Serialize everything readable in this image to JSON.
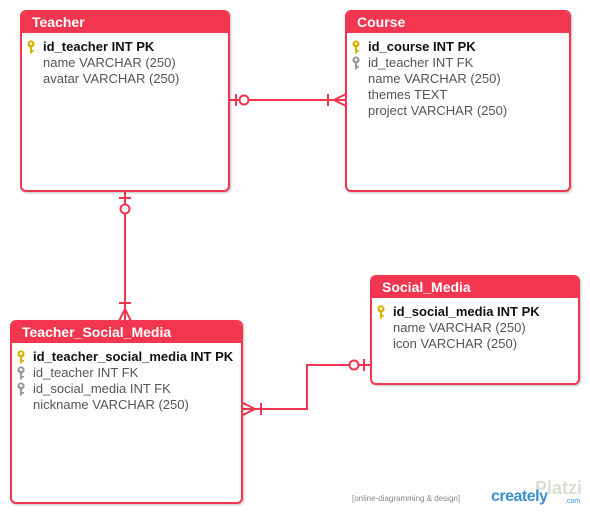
{
  "entities": {
    "teacher": {
      "name": "Teacher",
      "fields": [
        {
          "text": "id_teacher INT PK",
          "key": "pk"
        },
        {
          "text": "name VARCHAR (250)",
          "key": ""
        },
        {
          "text": "avatar VARCHAR (250)",
          "key": ""
        }
      ]
    },
    "course": {
      "name": "Course",
      "fields": [
        {
          "text": "id_course INT PK",
          "key": "pk"
        },
        {
          "text": "id_teacher INT FK",
          "key": "fk"
        },
        {
          "text": "name VARCHAR (250)",
          "key": ""
        },
        {
          "text": "themes TEXT",
          "key": ""
        },
        {
          "text": "project VARCHAR (250)",
          "key": ""
        }
      ]
    },
    "teacher_social_media": {
      "name": "Teacher_Social_Media",
      "fields": [
        {
          "text": "id_teacher_social_media INT PK",
          "key": "pk"
        },
        {
          "text": "id_teacher INT FK",
          "key": "fk"
        },
        {
          "text": "id_social_media INT FK",
          "key": "fk"
        },
        {
          "text": "nickname VARCHAR (250)",
          "key": ""
        }
      ]
    },
    "social_media": {
      "name": "Social_Media",
      "fields": [
        {
          "text": "id_social_media INT PK",
          "key": "pk"
        },
        {
          "text": "name VARCHAR (250)",
          "key": ""
        },
        {
          "text": "icon VARCHAR (250)",
          "key": ""
        }
      ]
    }
  },
  "footer": {
    "tagline": "[online-diagramming & design]",
    "logo": "creately",
    "logo_suffix": ".com",
    "watermark": "Platzi"
  },
  "colors": {
    "accent": "#f2364f",
    "pk_key": "#d8b200",
    "fk_key": "#9a9a9a",
    "logo": "#3b8fd1"
  },
  "icons": {
    "pk": "gold-key-icon",
    "fk": "gray-key-icon"
  }
}
